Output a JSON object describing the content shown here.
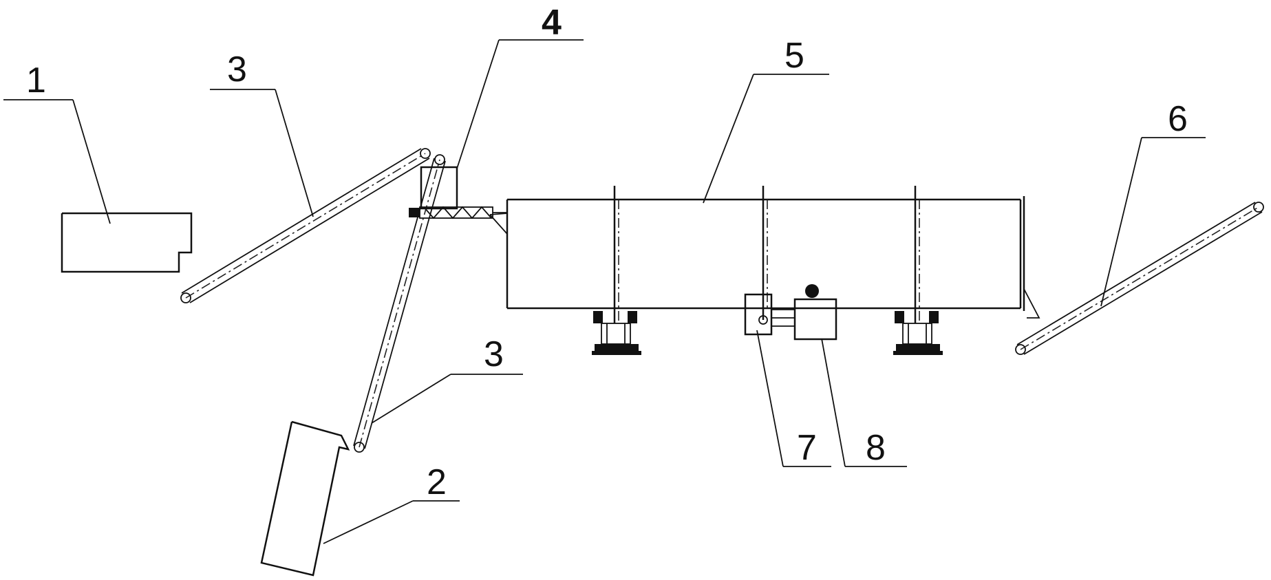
{
  "labels": {
    "l1": "1",
    "l2": "2",
    "l3a": "3",
    "l3b": "3",
    "l4": "4",
    "l5": "5",
    "l6": "6",
    "l7": "7",
    "l8": "8"
  }
}
